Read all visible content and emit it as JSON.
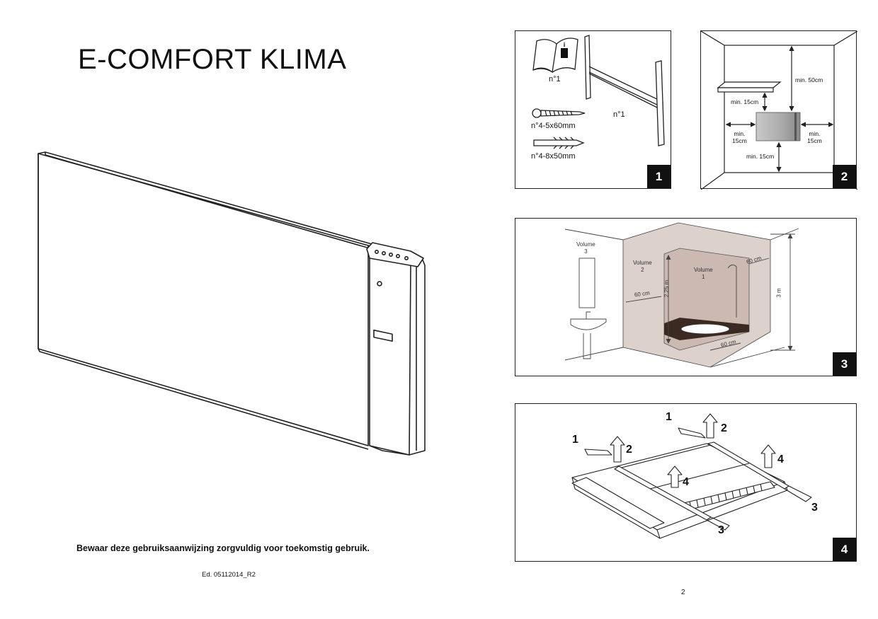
{
  "title": "E-COMFORT KLIMA",
  "notice": "Bewaar deze gebruiksaanwijzing zorgvuldig voor toekomstig gebruik.",
  "edition": "Ed. 05112014_R2",
  "page_number": "2",
  "figures": {
    "fig1": {
      "number": "1",
      "manual_qty": "n°1",
      "bracket_qty": "n°1",
      "screw_label": "n°4-5x60mm",
      "plug_label": "n°4-8x50mm"
    },
    "fig2": {
      "number": "2",
      "top_clearance": "min. 50cm",
      "shelf_clearance": "min. 15cm",
      "left_clearance_line1": "min.",
      "left_clearance_line2": "15cm",
      "right_clearance_line1": "min.",
      "right_clearance_line2": "15cm",
      "floor_clearance": "min. 15cm"
    },
    "fig3": {
      "number": "3",
      "vol3_line1": "Volume",
      "vol3_line2": "3",
      "vol2_line1": "Volume",
      "vol2_line2": "2",
      "vol1_line1": "Volume",
      "vol1_line2": "1",
      "dim_60_top": "60 cm",
      "dim_60_left": "60 cm",
      "dim_60_floor": "60 cm",
      "dim_225": "2.25 m",
      "dim_3": "3 m"
    },
    "fig4": {
      "number": "4",
      "step1_top": "1",
      "step2_top": "2",
      "step1_left": "1",
      "step2_left": "2",
      "step4_right": "4",
      "step4_center": "4",
      "step3_right": "3",
      "step3_bottom": "3"
    }
  }
}
